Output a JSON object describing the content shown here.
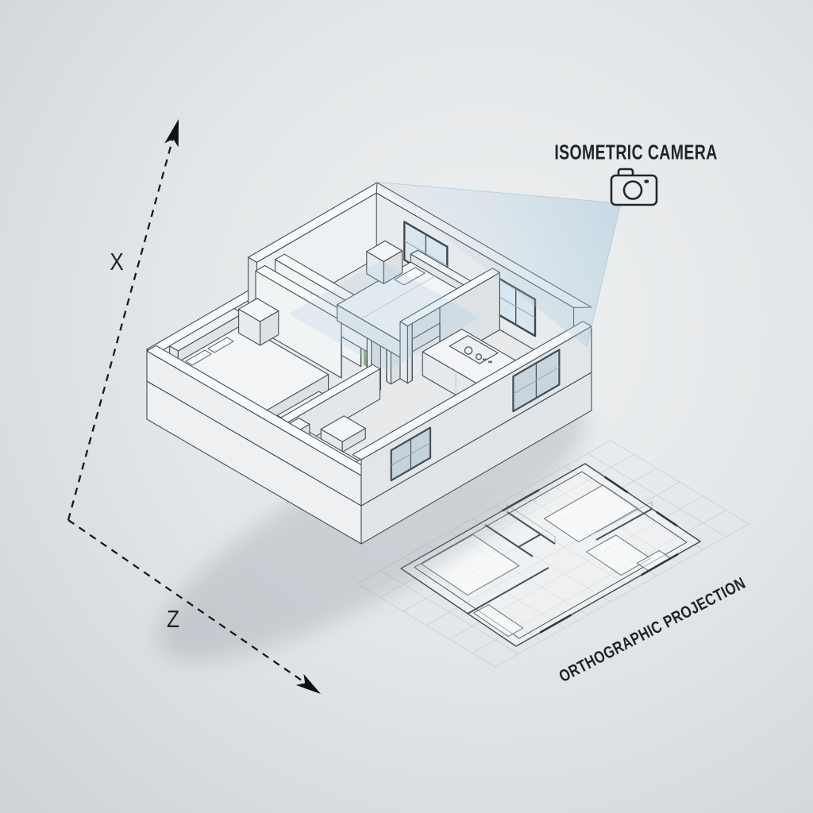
{
  "diagram": {
    "camera": {
      "label": "ISOMETRIC CAMERA",
      "icon": "camera-icon"
    },
    "projection": {
      "label": "ORTHOGRAPHIC PROJECTION"
    },
    "axes": {
      "x_label": "X",
      "z_label": "Z"
    },
    "colors": {
      "background_center": "#eff1f2",
      "background_edge": "#cfd3d6",
      "outline": "#474e55",
      "cone_blue": "#a8c8de",
      "glass_blue": "#d7e4ee",
      "wall_light": "#f2f4f5",
      "wall_shade": "#dde1e4",
      "floor": "#e7e9ea",
      "grid": "#c2c8ce",
      "text": "#1f2428",
      "accent_green": "#85ae85",
      "shadow": "#8a95a0"
    }
  }
}
